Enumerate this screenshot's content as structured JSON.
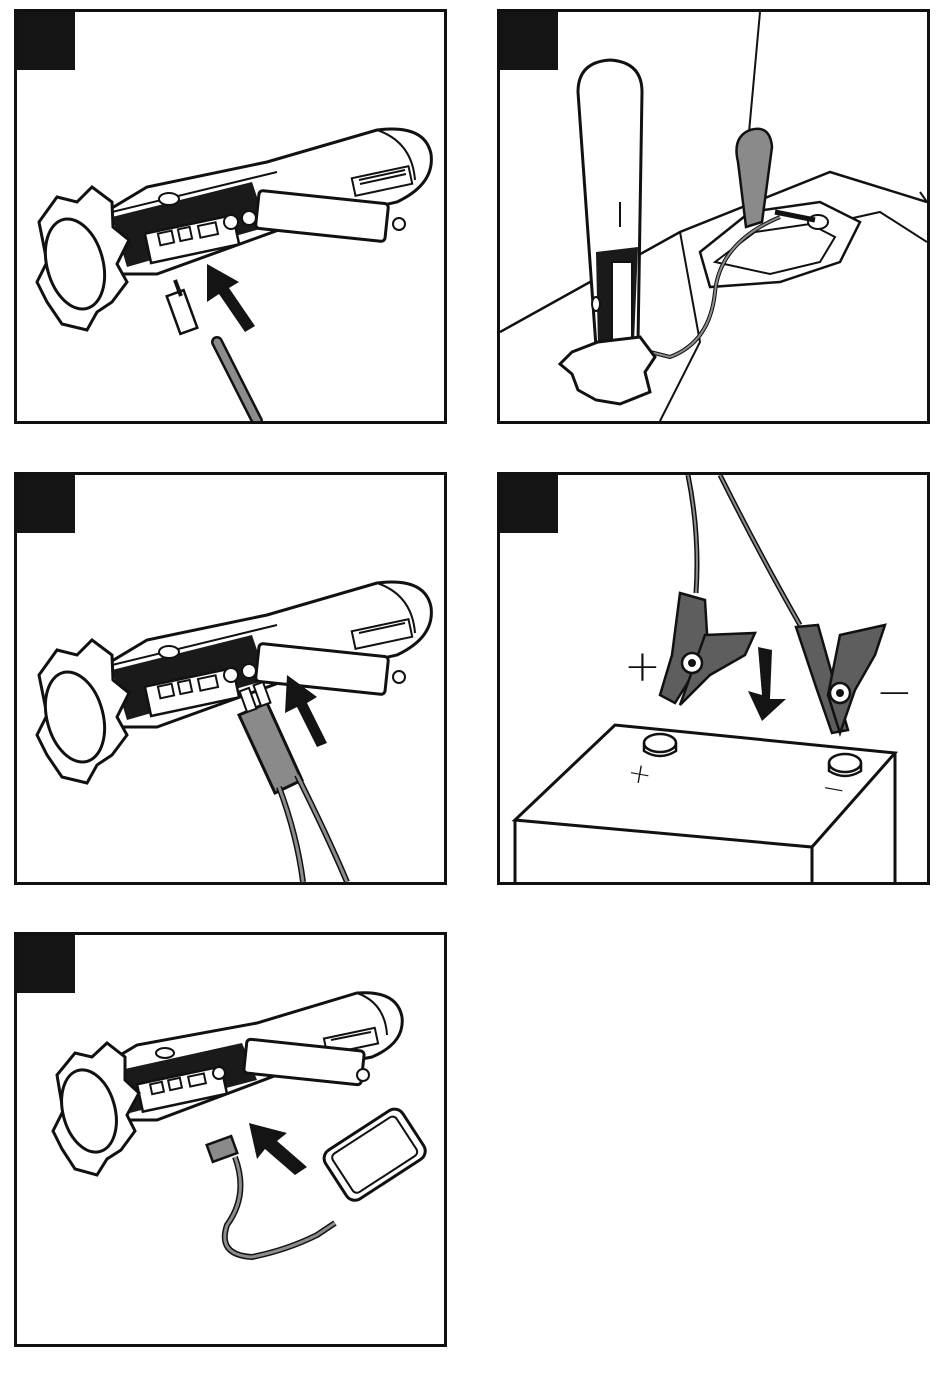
{
  "colors": {
    "ink": "#141414",
    "paper": "#ffffff",
    "metal": "#8a8a8a",
    "metal_dark": "#5e5e5e",
    "cable": "#8c8c8c"
  },
  "panels": [
    {
      "id": "p1",
      "scene": "jump-starter-with-dc-plug-inserting",
      "step_tab": ""
    },
    {
      "id": "p2",
      "scene": "jump-starter-plugged-into-car-12v-socket",
      "step_tab": ""
    },
    {
      "id": "p3",
      "scene": "jump-starter-with-clamp-connector-inserting",
      "step_tab": ""
    },
    {
      "id": "p4",
      "scene": "clamps-onto-battery-terminals",
      "step_tab": "",
      "labels": {
        "positive_clamp": "+",
        "negative_clamp": "−",
        "positive_terminal": "+",
        "negative_terminal": "−"
      }
    },
    {
      "id": "p5",
      "scene": "jump-starter-charging-phone-via-usb",
      "step_tab": ""
    }
  ]
}
